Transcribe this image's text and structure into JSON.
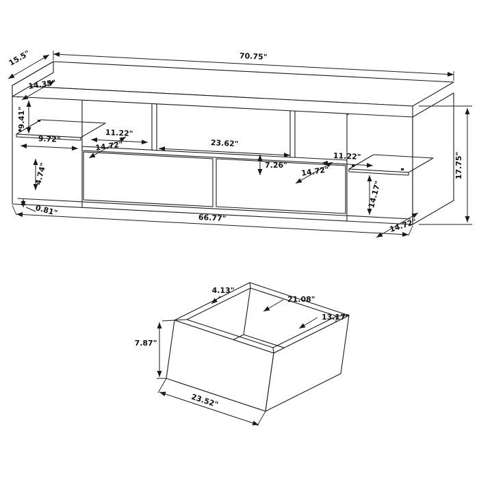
{
  "background": "#ffffff",
  "line_color": "#1a1a1a",
  "tv_stand": {
    "dims": {
      "width_top": "70.75\"",
      "depth_top": "15.5\"",
      "interior_depth": "14.35\"",
      "left_upper_height": "9.41\"",
      "left_shelf_width": "9.72\"",
      "left_cubby_width": "11.22\"",
      "left_cubby_depth": "14.72\"",
      "center_width": "23.62\"",
      "center_height": "7.26\"",
      "right_cubby_width": "11.22\"",
      "right_cubby_depth": "14.72\"",
      "right_section_height": "14.17\"",
      "left_lower_height": "4.74\"",
      "base_thickness": "0.81\"",
      "bottom_width": "66.77\"",
      "overall_height": "17.75\"",
      "right_bottom_depth": "14.72\""
    }
  },
  "drawer": {
    "dims": {
      "top_edge": "4.13\"",
      "interior_width": "21.08\"",
      "interior_depth": "13.17\"",
      "front_height": "7.87\"",
      "front_width": "23.52\""
    }
  }
}
